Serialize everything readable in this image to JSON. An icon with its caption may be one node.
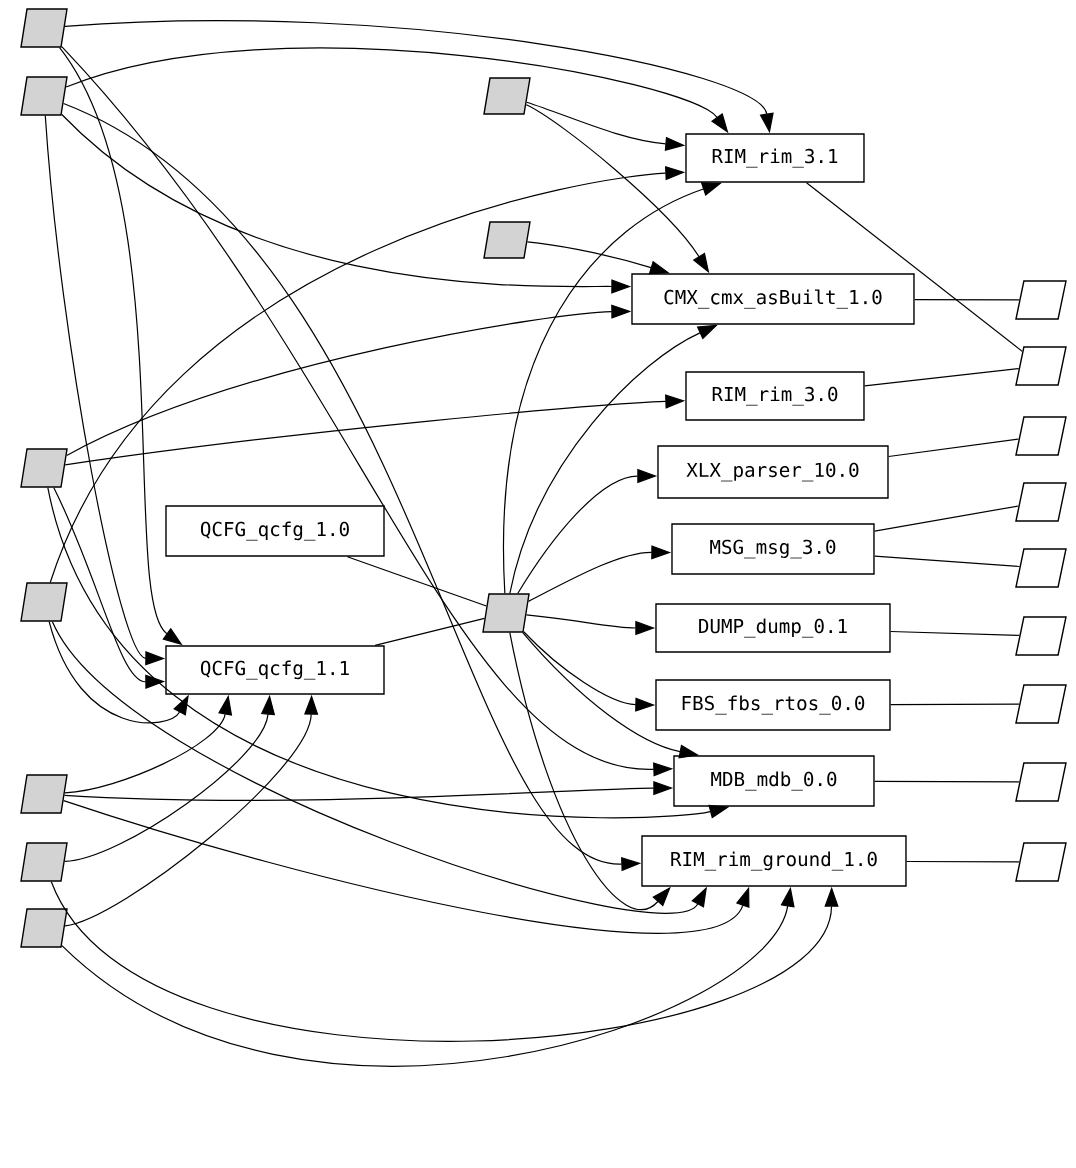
{
  "diagram": {
    "nodes": [
      {
        "text": [],
        "shape": "parallelogram"
      },
      {
        "text": [],
        "shape": "parallelogram"
      },
      {
        "text": [],
        "shape": "parallelogram"
      },
      {
        "text": [],
        "shape": "parallelogram"
      },
      {
        "text": [],
        "shape": "parallelogram"
      },
      {
        "text": [],
        "shape": "parallelogram"
      },
      {
        "text": [],
        "shape": "parallelogram"
      },
      {
        "text": [
          "QCFG_qcfg_1.0"
        ]
      },
      {
        "text": [
          "QCFG_qcfg_1.1"
        ]
      },
      {
        "text": [],
        "shape": "parallelogram"
      },
      {
        "text": [],
        "shape": "parallelogram"
      },
      {
        "text": [],
        "shape": "parallelogram"
      },
      {
        "text": [
          "RIM_rim_3.1"
        ]
      },
      {
        "text": [
          "CMX_cmx_asBuilt_1.0"
        ]
      },
      {
        "text": [
          "RIM_rim_3.0"
        ]
      },
      {
        "text": [
          "XLX_parser_10.0"
        ]
      },
      {
        "text": [
          "MSG_msg_3.0"
        ]
      },
      {
        "text": [
          "DUMP_dump_0.1"
        ]
      },
      {
        "text": [
          "FBS_fbs_rtos_0.0"
        ]
      },
      {
        "text": [
          "MDB_mdb_0.0"
        ]
      },
      {
        "text": [
          "RIM_rim_ground_1.0"
        ]
      },
      {
        "text": [],
        "shape": "parallelogram"
      },
      {
        "text": [],
        "shape": "parallelogram"
      },
      {
        "text": [],
        "shape": "parallelogram"
      },
      {
        "text": [],
        "shape": "parallelogram"
      },
      {
        "text": [],
        "shape": "parallelogram"
      },
      {
        "text": [],
        "shape": "parallelogram"
      },
      {
        "text": [],
        "shape": "parallelogram"
      },
      {
        "text": [],
        "shape": "parallelogram"
      },
      {
        "text": [],
        "shape": "parallelogram"
      }
    ],
    "edges": [
      {
        "from": 0,
        "to": 12,
        "arrow": "to"
      },
      {
        "from": 0,
        "to": 8,
        "arrow": "to"
      },
      {
        "from": 0,
        "to": 19,
        "arrow": "to"
      },
      {
        "from": 1,
        "to": 12,
        "arrow": "to"
      },
      {
        "from": 1,
        "to": 13,
        "arrow": "to"
      },
      {
        "from": 1,
        "to": 8,
        "arrow": "to"
      },
      {
        "from": 1,
        "to": 20,
        "arrow": "to"
      },
      {
        "from": 2,
        "to": 13,
        "arrow": "to"
      },
      {
        "from": 2,
        "to": 14,
        "arrow": "to"
      },
      {
        "from": 2,
        "to": 8,
        "arrow": "to"
      },
      {
        "from": 2,
        "to": 19,
        "arrow": "to"
      },
      {
        "from": 3,
        "to": 12,
        "arrow": "to"
      },
      {
        "from": 3,
        "to": 8,
        "arrow": "to"
      },
      {
        "from": 3,
        "to": 20,
        "arrow": "to"
      },
      {
        "from": 4,
        "to": 8,
        "arrow": "to"
      },
      {
        "from": 4,
        "to": 19,
        "arrow": "to"
      },
      {
        "from": 4,
        "to": 20,
        "arrow": "to"
      },
      {
        "from": 5,
        "to": 8,
        "arrow": "to"
      },
      {
        "from": 5,
        "to": 20,
        "arrow": "to"
      },
      {
        "from": 6,
        "to": 8,
        "arrow": "to"
      },
      {
        "from": 6,
        "to": 20,
        "arrow": "to"
      },
      {
        "from": 7,
        "to": 11,
        "arrow": "none"
      },
      {
        "from": 8,
        "to": 11,
        "arrow": "none"
      },
      {
        "from": 9,
        "to": 12,
        "arrow": "to"
      },
      {
        "from": 9,
        "to": 13,
        "arrow": "to"
      },
      {
        "from": 10,
        "to": 13,
        "arrow": "to"
      },
      {
        "from": 11,
        "to": 12,
        "arrow": "to"
      },
      {
        "from": 11,
        "to": 13,
        "arrow": "to"
      },
      {
        "from": 11,
        "to": 15,
        "arrow": "to"
      },
      {
        "from": 11,
        "to": 16,
        "arrow": "to"
      },
      {
        "from": 11,
        "to": 17,
        "arrow": "to"
      },
      {
        "from": 11,
        "to": 18,
        "arrow": "to"
      },
      {
        "from": 11,
        "to": 19,
        "arrow": "to"
      },
      {
        "from": 11,
        "to": 20,
        "arrow": "to"
      },
      {
        "from": 12,
        "to": 22,
        "arrow": "none"
      },
      {
        "from": 13,
        "to": 21,
        "arrow": "none"
      },
      {
        "from": 14,
        "to": 22,
        "arrow": "none"
      },
      {
        "from": 15,
        "to": 23,
        "arrow": "none"
      },
      {
        "from": 16,
        "to": 24,
        "arrow": "none"
      },
      {
        "from": 16,
        "to": 25,
        "arrow": "none"
      },
      {
        "from": 17,
        "to": 26,
        "arrow": "none"
      },
      {
        "from": 18,
        "to": 27,
        "arrow": "none"
      },
      {
        "from": 19,
        "to": 28,
        "arrow": "none"
      },
      {
        "from": 20,
        "to": 29,
        "arrow": "none"
      }
    ]
  }
}
